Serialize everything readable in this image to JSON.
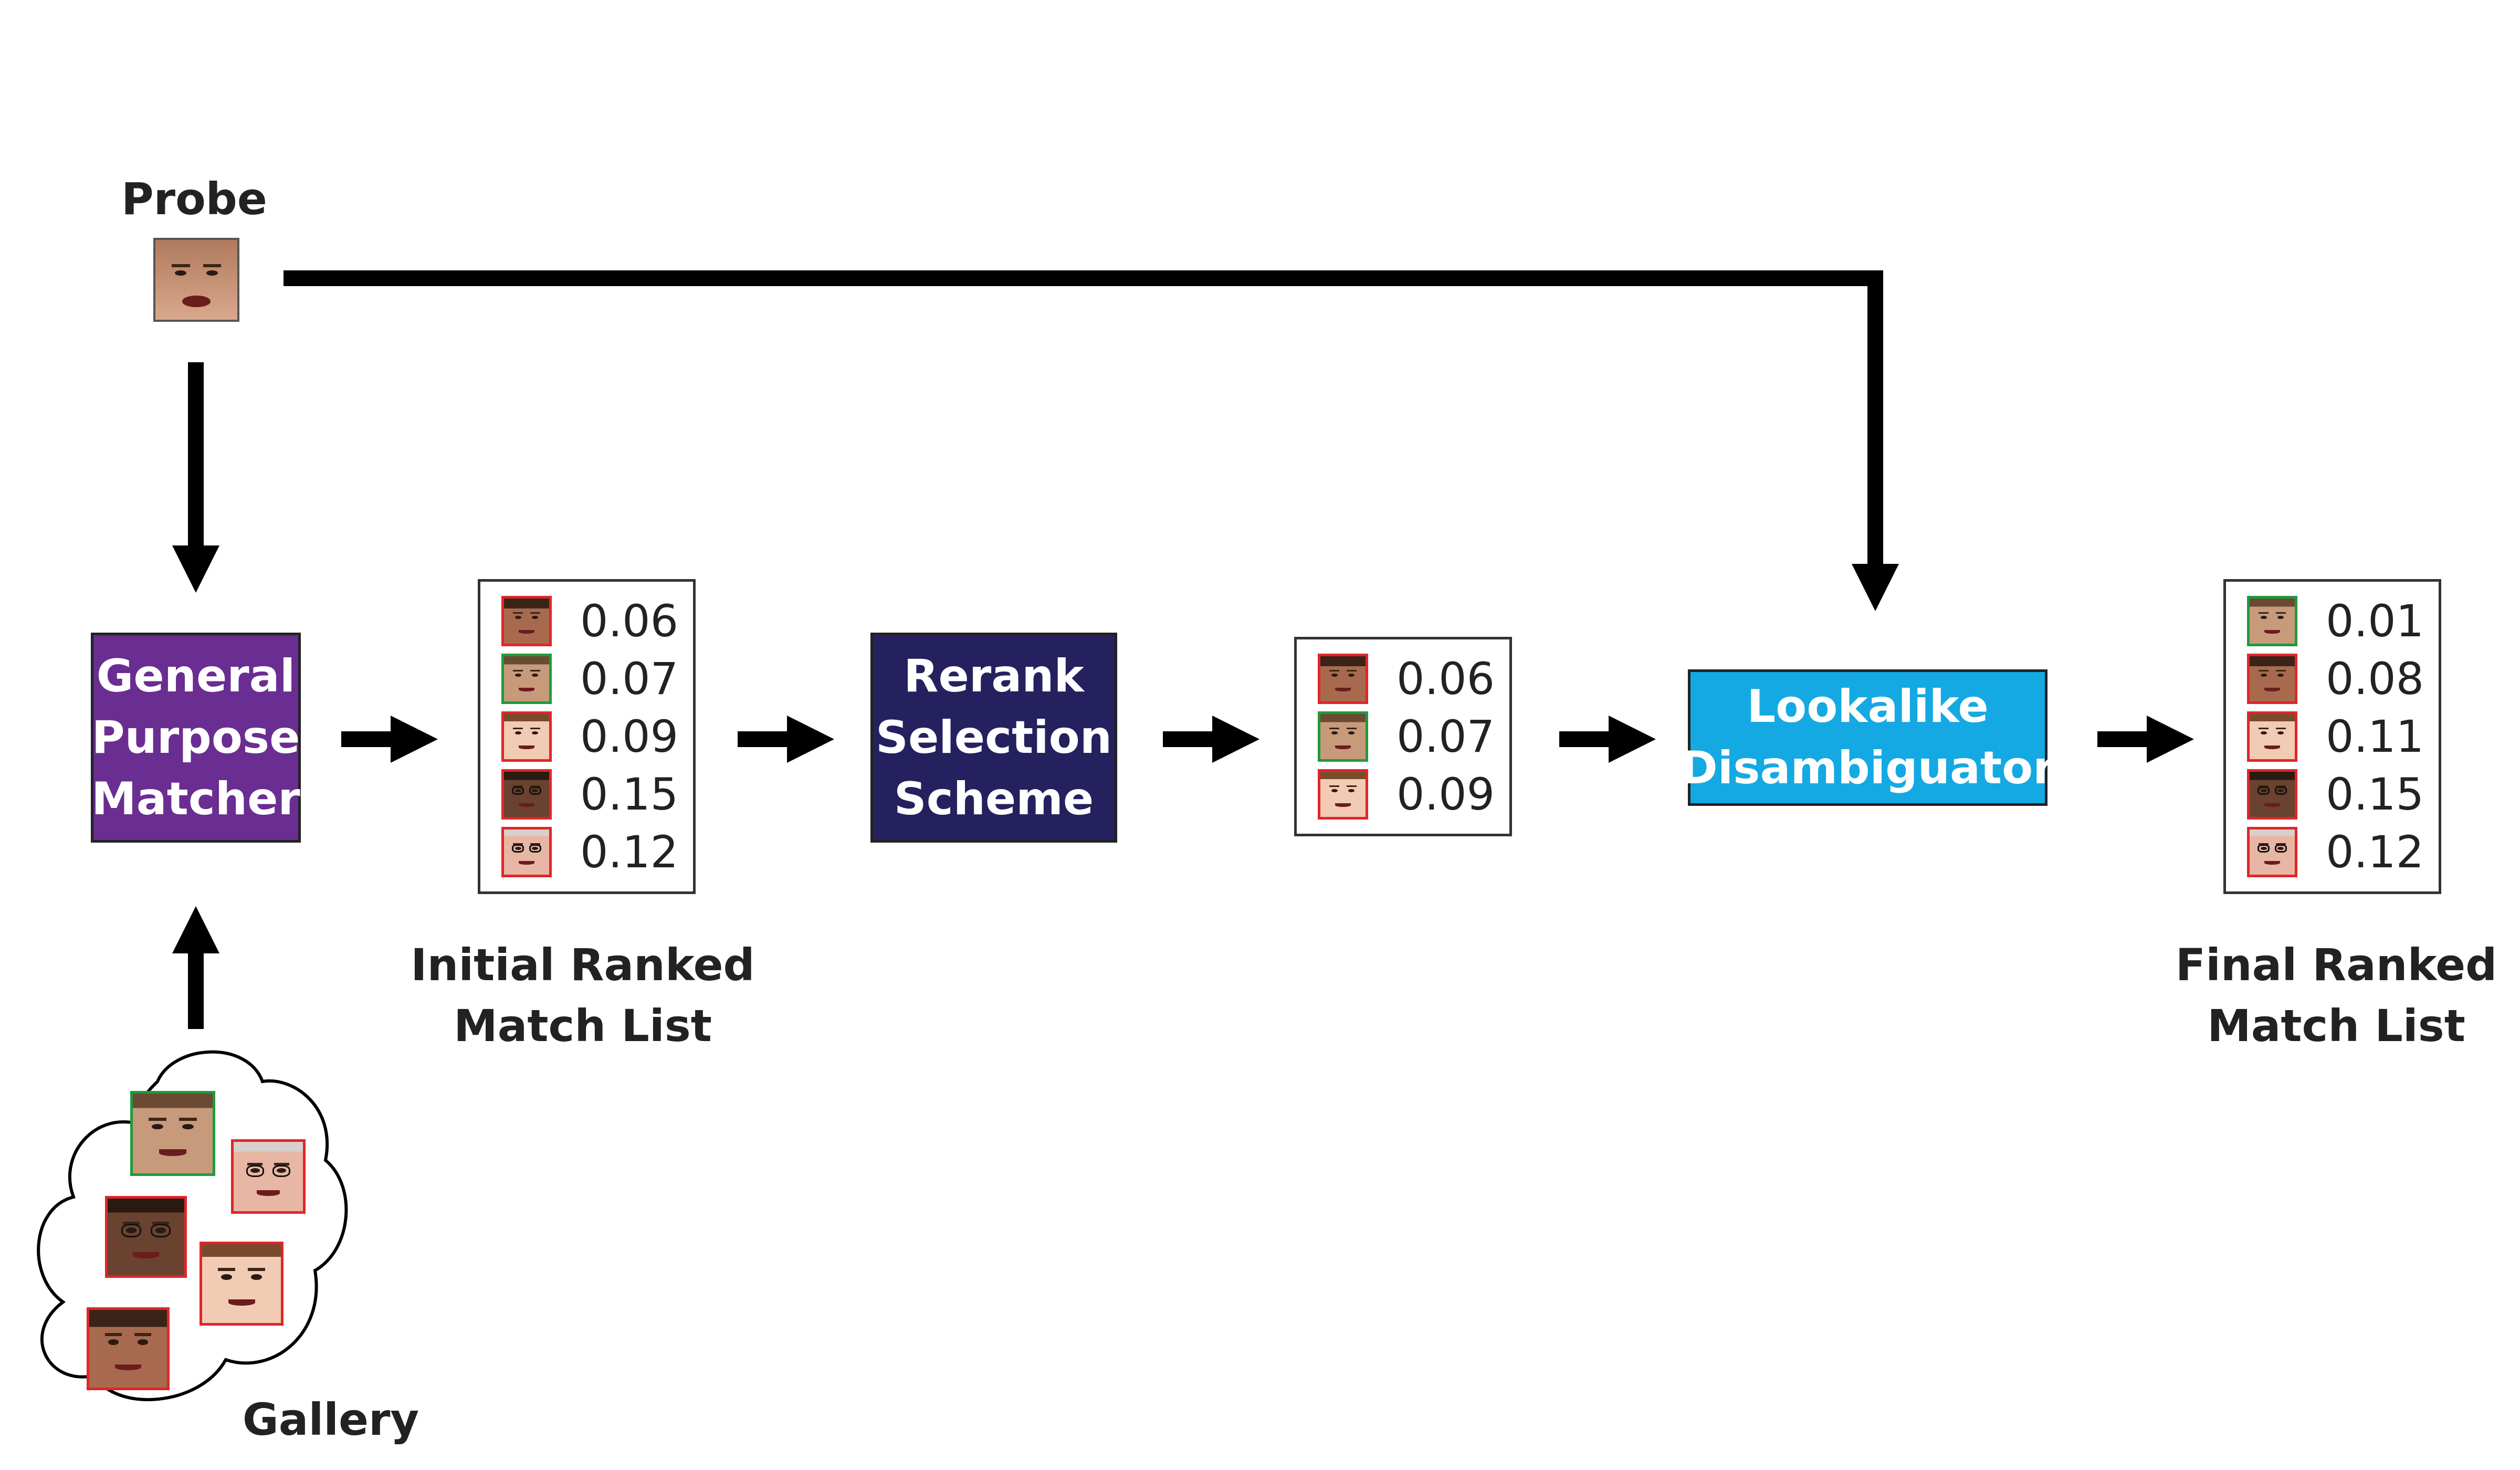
{
  "labels": {
    "probe": "Probe",
    "gallery": "Gallery",
    "initial_list": [
      "Initial Ranked",
      "Match List"
    ],
    "final_list": [
      "Final Ranked",
      "Match List"
    ]
  },
  "boxes": {
    "matcher": {
      "lines": [
        "General",
        "Purpose",
        "Matcher"
      ],
      "color": "#6a2d91"
    },
    "rerank": {
      "lines": [
        "Rerank",
        "Selection",
        "Scheme"
      ],
      "color": "#25215f"
    },
    "disambiguator": {
      "lines": [
        "Lookalike",
        "Disambiguator"
      ],
      "color": "#14a9e2"
    }
  },
  "lists": {
    "initial": [
      {
        "face": "face-man-dark-hair",
        "border": "red",
        "score": "0.06"
      },
      {
        "face": "face-man-young",
        "border": "green",
        "score": "0.07"
      },
      {
        "face": "face-woman-smiling",
        "border": "red",
        "score": "0.09"
      },
      {
        "face": "face-man-dark-skin",
        "border": "red",
        "score": "0.15"
      },
      {
        "face": "face-man-glasses",
        "border": "red",
        "score": "0.12"
      }
    ],
    "subset": [
      {
        "face": "face-man-dark-hair",
        "border": "red",
        "score": "0.06"
      },
      {
        "face": "face-man-young",
        "border": "green",
        "score": "0.07"
      },
      {
        "face": "face-woman-smiling",
        "border": "red",
        "score": "0.09"
      }
    ],
    "final": [
      {
        "face": "face-man-young",
        "border": "green",
        "score": "0.01"
      },
      {
        "face": "face-man-dark-hair",
        "border": "red",
        "score": "0.08"
      },
      {
        "face": "face-woman-smiling",
        "border": "red",
        "score": "0.11"
      },
      {
        "face": "face-man-dark-skin",
        "border": "red",
        "score": "0.15"
      },
      {
        "face": "face-man-glasses",
        "border": "red",
        "score": "0.12"
      }
    ]
  },
  "gallery_faces": [
    {
      "face": "face-man-young",
      "border": "green"
    },
    {
      "face": "face-man-glasses",
      "border": "red"
    },
    {
      "face": "face-man-dark-skin",
      "border": "red"
    },
    {
      "face": "face-woman-smiling",
      "border": "red"
    },
    {
      "face": "face-man-dark-hair",
      "border": "red"
    }
  ],
  "colors": {
    "arrow": "#000000",
    "face_true": "#1f9b3a",
    "face_false": "#e0262a"
  }
}
